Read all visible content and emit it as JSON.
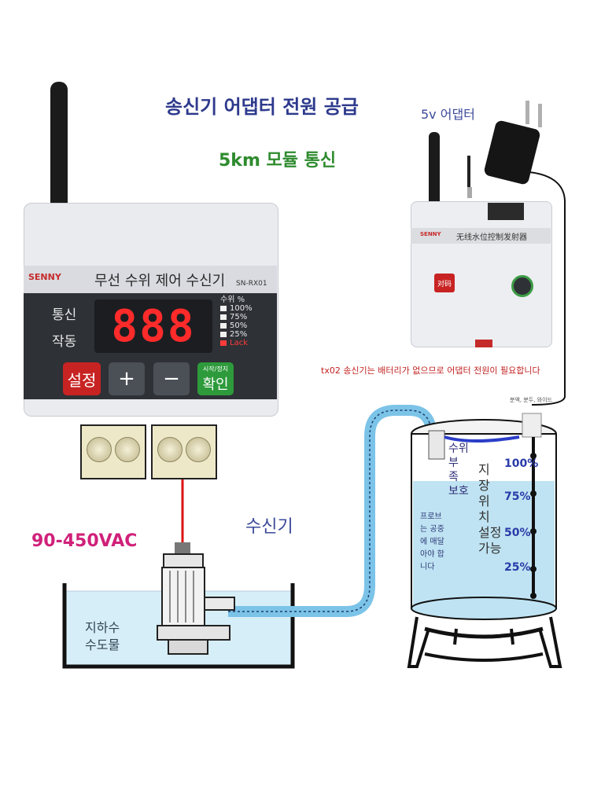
{
  "headline": "송신기 어댑터 전원 공급",
  "subheadline": "5km 모듈 통신",
  "adapter_label": "5v 어댑터",
  "transmitter_note": "tx02 송신기는 배터리가 없으므로 어댑터 전원이 필요합니다",
  "receiver_caption": "수신기",
  "voltage_label": "90-450VAC",
  "water_source_label": [
    "지하수",
    "수도물"
  ],
  "receiver": {
    "brand": "SENNY",
    "title": "무선 수위 제어 수신기",
    "model": "SN-RX01",
    "comm_label": "통신",
    "run_label": "작동",
    "display": "888",
    "level_header": "수위 %",
    "levels": [
      "100%",
      "75%",
      "50%",
      "25%",
      "Lack"
    ],
    "buttons": {
      "set": "설정",
      "plus": "+",
      "minus": "−",
      "confirm_top": "시작/정지",
      "confirm": "확인"
    }
  },
  "transmitter": {
    "brand": "SENNY",
    "title": "无线水位控制发射器",
    "button": "对码"
  },
  "tank": {
    "probe_top_label": "분액, 분두, 와이드",
    "left_labels": [
      "수위",
      "부",
      "족",
      "보호"
    ],
    "right_labels": [
      "지",
      "장",
      "위",
      "치",
      "설정",
      "가능"
    ],
    "probe_note": [
      "프로브",
      "는 공중",
      "에 매달",
      "아야 합",
      "니다"
    ],
    "percents": [
      "100%",
      "75%",
      "50%",
      "25%"
    ]
  },
  "colors": {
    "headline": "#2d3a8c",
    "subheadline": "#2e8b2e",
    "voltage": "#d0217a",
    "water": "#cfe9f5",
    "pipe": "#7cc3e8",
    "led": "#ff2b2b"
  }
}
